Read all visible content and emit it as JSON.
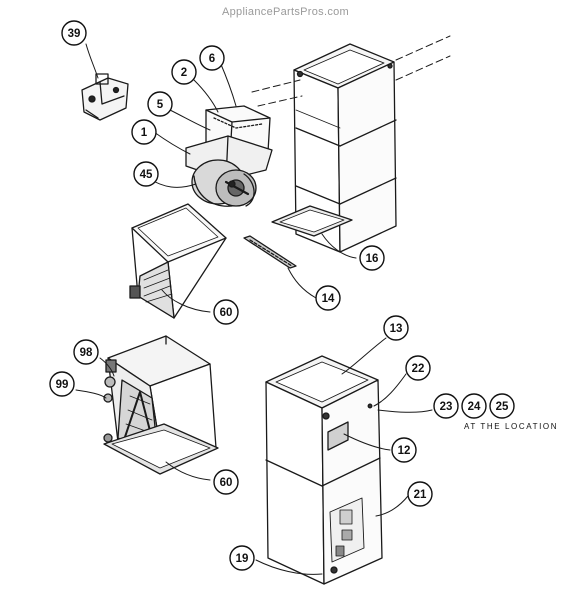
{
  "watermark": "AppliancePartsPros.com",
  "note": "AT THE LOCATION",
  "callouts": [
    "39",
    "2",
    "6",
    "5",
    "1",
    "45",
    "16",
    "14",
    "60",
    "13",
    "98",
    "22",
    "99",
    "23",
    "24",
    "25",
    "12",
    "21",
    "60",
    "19"
  ]
}
